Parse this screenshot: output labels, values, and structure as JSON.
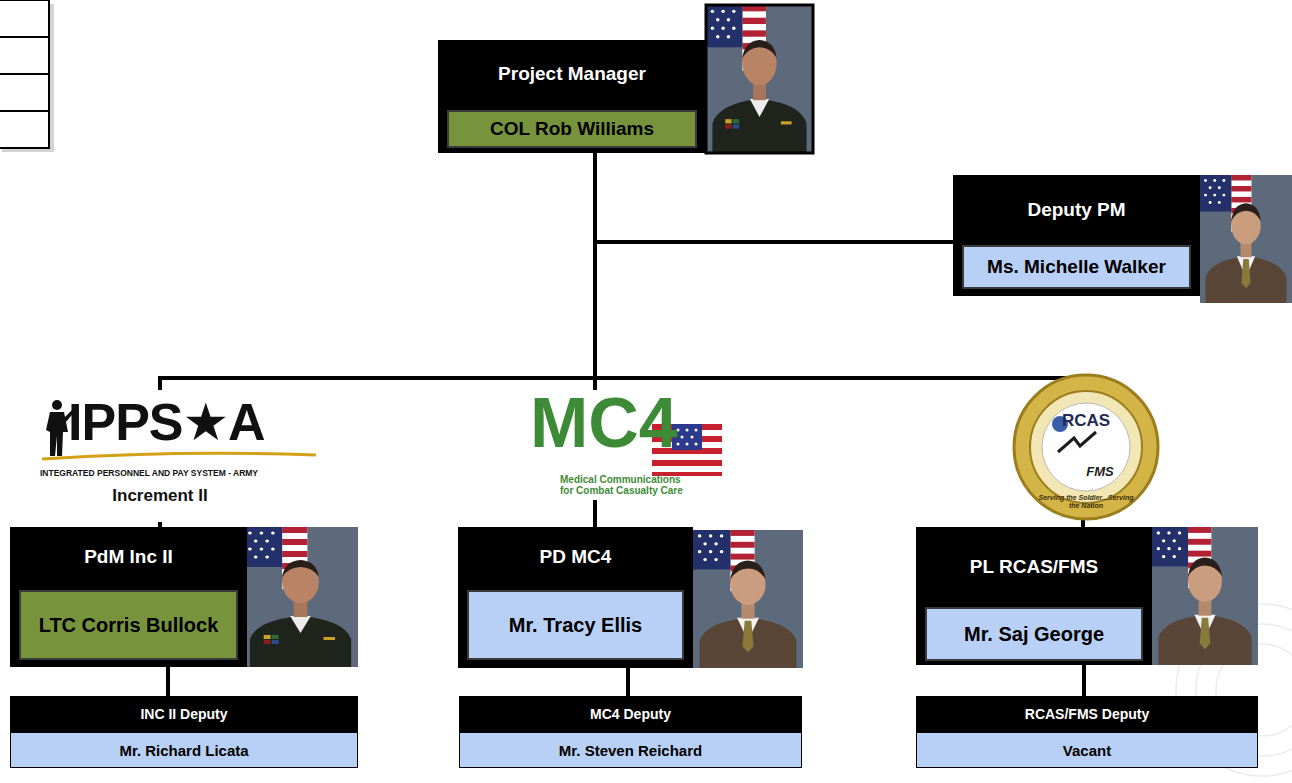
{
  "diagram": {
    "nodes": [
      {
        "text": [
          "Project Manager",
          "COL Rob Williams"
        ]
      },
      {
        "text": [
          "Deputy PM",
          "Ms. Michelle Walker"
        ]
      },
      {
        "text": [
          "PdM Inc II",
          "LTC Corris Bullock"
        ]
      },
      {
        "text": [
          "PD MC4",
          "Mr. Tracy Ellis"
        ]
      },
      {
        "text": [
          "PL RCAS/FMS",
          "Mr. Saj George"
        ]
      },
      {
        "text": [
          "INC II Deputy",
          "Mr. Richard Licata"
        ]
      },
      {
        "text": [
          "MC4 Deputy",
          "Mr. Steven Reichard"
        ]
      },
      {
        "text": [
          "RCAS/FMS Deputy",
          "Vacant"
        ]
      }
    ],
    "edges": [
      {
        "from": 0,
        "to": 1,
        "arrow": "none"
      },
      {
        "from": 0,
        "to": 2,
        "arrow": "none"
      },
      {
        "from": 0,
        "to": 3,
        "arrow": "none"
      },
      {
        "from": 0,
        "to": 4,
        "arrow": "none"
      },
      {
        "from": 2,
        "to": 5,
        "arrow": "none"
      },
      {
        "from": 3,
        "to": 6,
        "arrow": "none"
      },
      {
        "from": 4,
        "to": 7,
        "arrow": "none"
      }
    ],
    "labels": [
      "IPPS★A",
      "INTEGRATED PERSONNEL AND PAY SYSTEM - ARMY",
      "Increment II",
      "MC4",
      "Medical Communications for Combat Casualty Care",
      "RCAS",
      "FMS",
      "Serving the Soldier...Serving the Nation"
    ]
  }
}
